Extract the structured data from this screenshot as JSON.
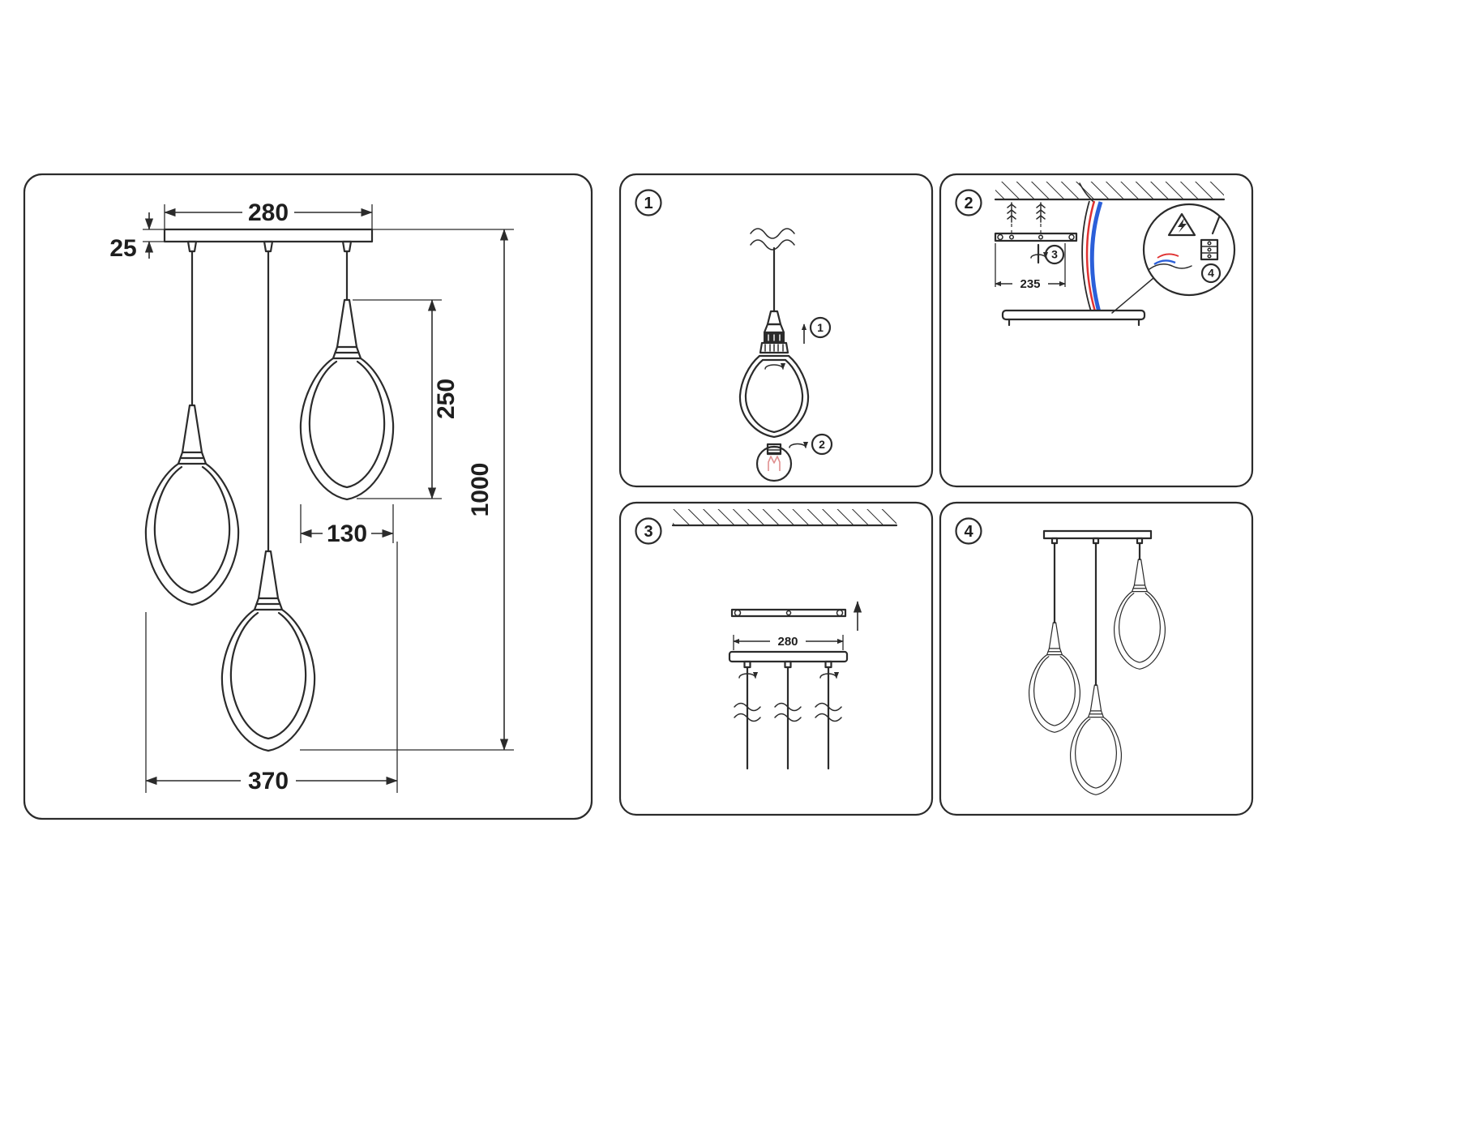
{
  "dims": {
    "canopy_width": "280",
    "canopy_height": "25",
    "shade_height": "250",
    "shade_width": "130",
    "total_drop": "1000",
    "overall_width": "370",
    "anchor_spacing": "235",
    "canopy_width_mount": "280"
  },
  "steps": {
    "panel1": "1",
    "panel2": "2",
    "panel3": "3",
    "panel4": "4"
  },
  "callouts": {
    "attach_shade": "1",
    "install_bulb": "2",
    "screw_bracket": "3",
    "connect_wiring": "4"
  },
  "colors": {
    "line": "#2b2b2b",
    "wire_red": "#e03131",
    "wire_blue": "#2b5fd9",
    "filament": "#e09090"
  }
}
